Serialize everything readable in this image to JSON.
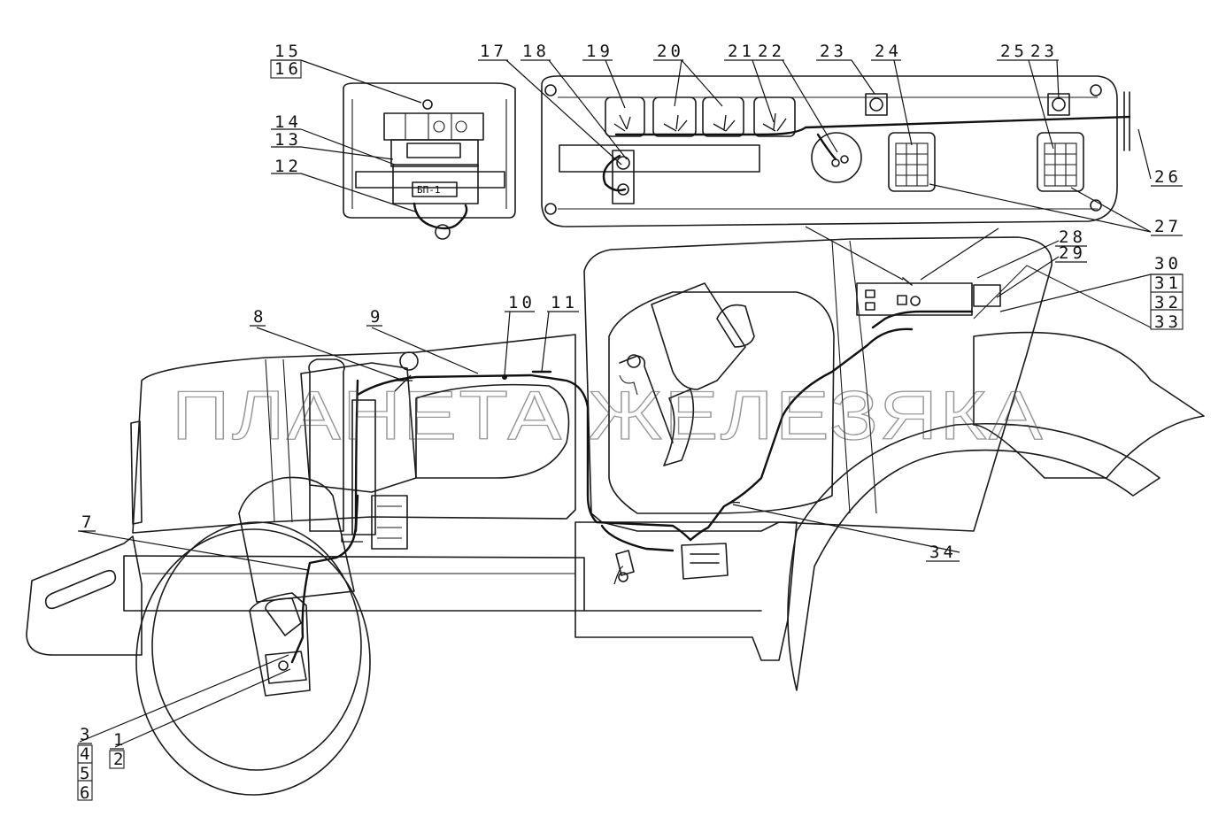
{
  "watermark": "ПЛАНЕТА ЖЕЛЕЗЯКА",
  "unit_label": "БП-1",
  "callouts": {
    "c1": "1",
    "c2": "2",
    "c3": "3",
    "c4": "4",
    "c5": "5",
    "c6": "6",
    "c7": "7",
    "c8": "8",
    "c9": "9",
    "c10": "10",
    "c11": "11",
    "c12": "12",
    "c13": "13",
    "c14": "14",
    "c15": "15",
    "c16": "16",
    "c17": "17",
    "c18": "18",
    "c19": "19",
    "c20": "20",
    "c21": "21",
    "c22": "22",
    "c23a": "23",
    "c23b": "23",
    "c24": "24",
    "c25": "25",
    "c26": "26",
    "c27": "27",
    "c28": "28",
    "c29": "29",
    "c30": "30",
    "c31": "31",
    "c32": "32",
    "c33": "33",
    "c34": "34"
  }
}
